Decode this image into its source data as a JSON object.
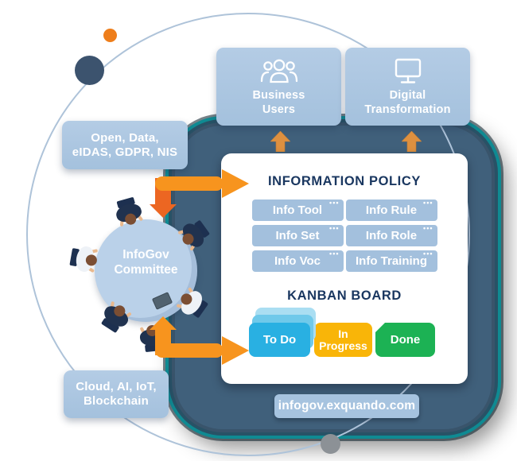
{
  "top_boxes": [
    {
      "label": "Business\nUsers",
      "icon": "users-icon"
    },
    {
      "label": "Digital\nTransformation",
      "icon": "monitor-icon"
    }
  ],
  "side_labels": {
    "regulations": "Open, Data,\neIDAS, GDPR, NIS",
    "technologies": "Cloud, AI, IoT,\nBlockchain"
  },
  "committee": {
    "label": "InfoGov\nCommittee"
  },
  "policy": {
    "title": "INFORMATION POLICY",
    "ellipsis": "•••",
    "items": [
      "Info Tool",
      "Info Rule",
      "Info Set",
      "Info Role",
      "Info Voc",
      "Info Training"
    ]
  },
  "kanban": {
    "title": "KANBAN BOARD",
    "columns": [
      {
        "label": "To Do",
        "color": "#29b0e2"
      },
      {
        "label": "In\nProgress",
        "color": "#f9b508"
      },
      {
        "label": "Done",
        "color": "#1cb254"
      }
    ]
  },
  "footer": {
    "url": "infogov.exquando.com"
  },
  "colors": {
    "panel": "#40607b",
    "panel_glow": "#0f8a92",
    "label_box": "#a9c6e2",
    "arrow_orange": "#f7941e",
    "arrow_orange_dark": "#ec6622",
    "navy_text": "#1a3760"
  }
}
